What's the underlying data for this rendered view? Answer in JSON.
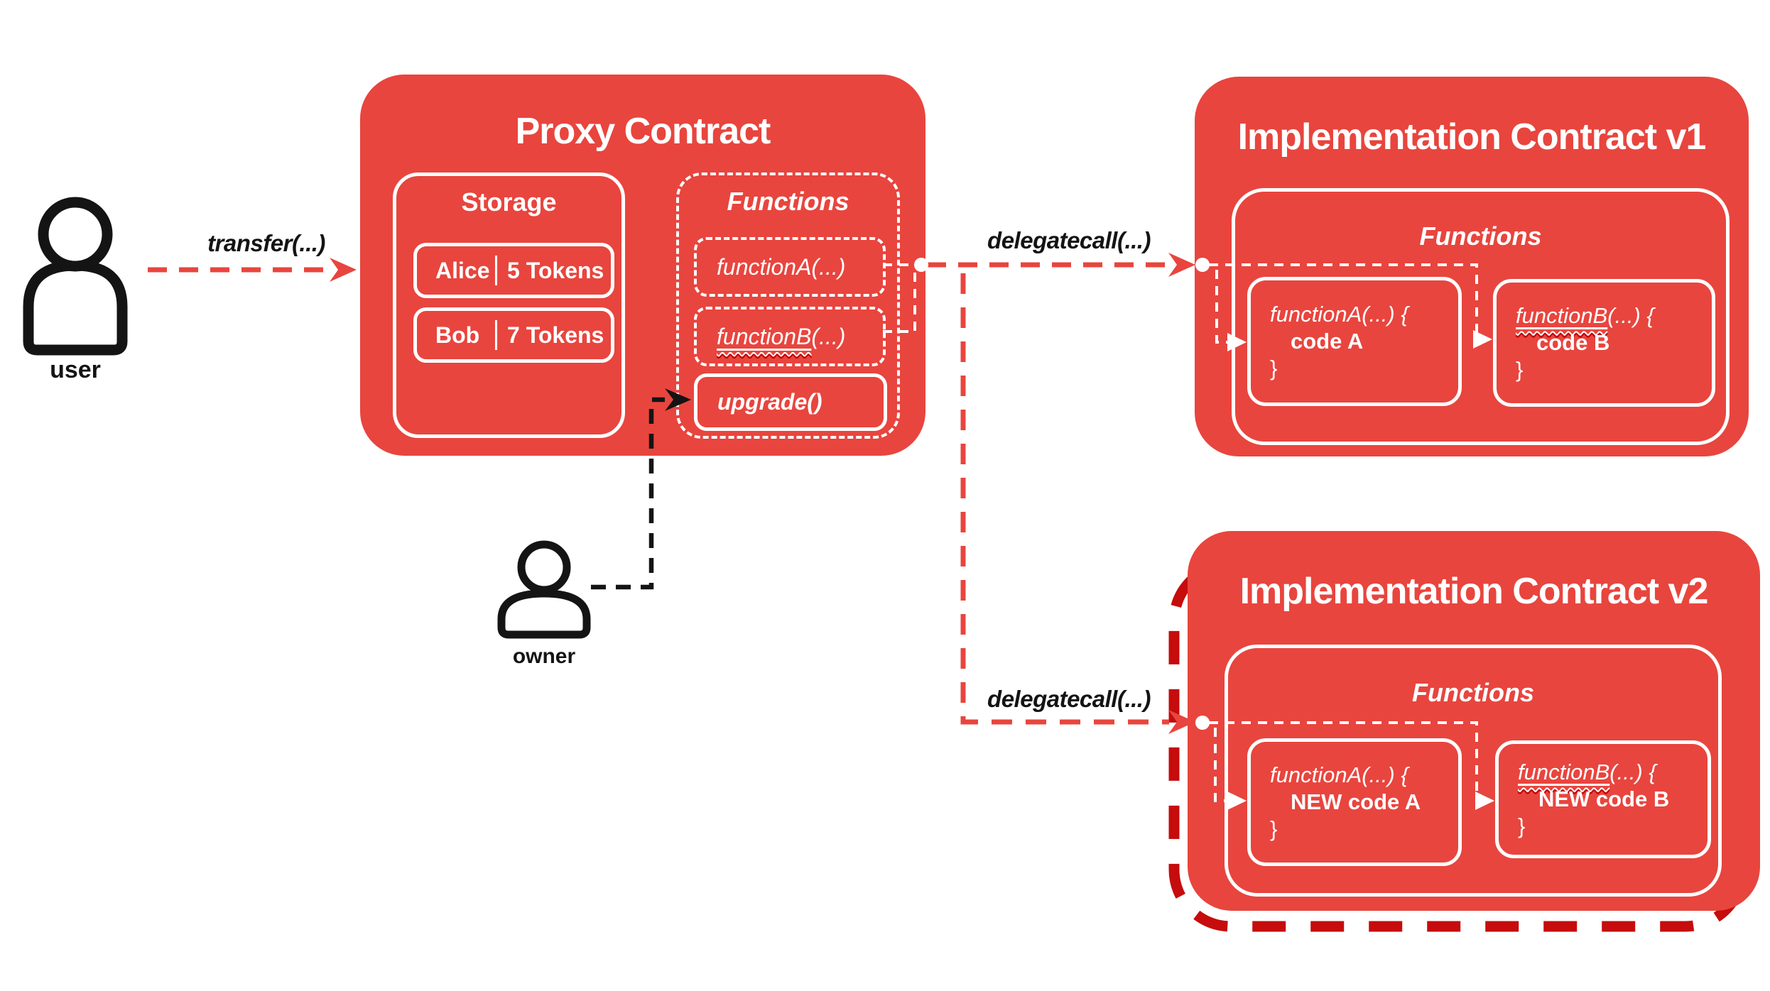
{
  "colors": {
    "box_red": "#e8453e",
    "arrow_red": "#e8453e",
    "dark_red_outline": "#c60c0c",
    "squiggle_red": "#c00000",
    "line_black": "#141414",
    "white": "#ffffff"
  },
  "actors": {
    "user": "user",
    "owner": "owner"
  },
  "edges": {
    "transfer": "transfer(...)",
    "delegatecall_v1": "delegatecall(...)",
    "delegatecall_v2": "delegatecall(...)"
  },
  "proxy": {
    "title": "Proxy Contract",
    "storage": {
      "title": "Storage",
      "rows": [
        {
          "name": "Alice",
          "tokens": "5 Tokens"
        },
        {
          "name": "Bob",
          "tokens": "7 Tokens"
        }
      ]
    },
    "functions": {
      "title": "Functions",
      "functionA": "functionA(...)",
      "functionB_name": "functionB",
      "functionB_rest": "(...)",
      "upgrade": "upgrade()"
    }
  },
  "impl_v1": {
    "title": "Implementation Contract v1",
    "functions_title": "Functions",
    "functionA": {
      "signature": "functionA(...) {",
      "body": "code A",
      "close": "}"
    },
    "functionB": {
      "name": "functionB",
      "signature_rest": "(...) {",
      "body": "code B",
      "close": "}"
    }
  },
  "impl_v2": {
    "title": "Implementation Contract v2",
    "functions_title": "Functions",
    "functionA": {
      "signature": "functionA(...) {",
      "body": "NEW code A",
      "close": "}"
    },
    "functionB": {
      "name": "functionB",
      "signature_rest": "(...) {",
      "body": "NEW code B",
      "close": "}"
    }
  }
}
